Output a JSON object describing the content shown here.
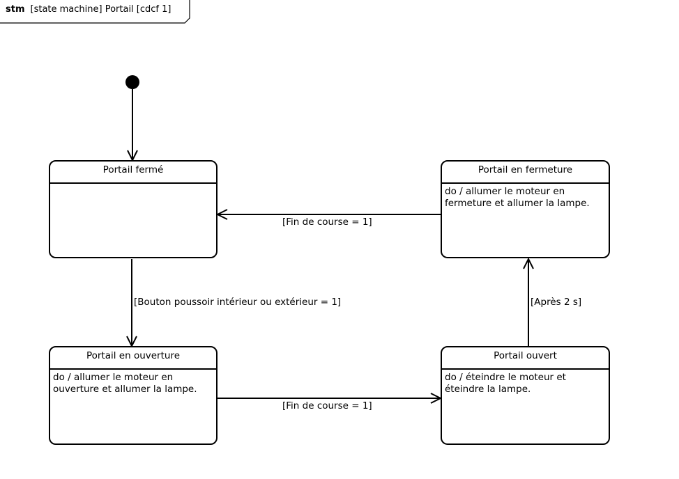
{
  "frame": {
    "keyword": "stm",
    "title": "[state machine] Portail [cdcf 1]"
  },
  "states": {
    "ferme": {
      "name": "Portail fermé",
      "activity": ""
    },
    "fermeture": {
      "name": "Portail en fermeture",
      "activity": "do / allumer le moteur en fermeture et allumer la lampe."
    },
    "ouverture": {
      "name": "Portail en ouverture",
      "activity": "do / allumer le moteur en ouverture et allumer la lampe."
    },
    "ouvert": {
      "name": "Portail ouvert",
      "activity": "do / éteindre le moteur et éteindre la lampe."
    }
  },
  "transitions": {
    "fermeture_to_ferme": "[Fin de course = 1]",
    "ferme_to_ouverture": "[Bouton poussoir intérieur ou extérieur = 1]",
    "ouverture_to_ouvert": "[Fin de course = 1]",
    "ouvert_to_fermeture": "[Après 2 s]"
  }
}
